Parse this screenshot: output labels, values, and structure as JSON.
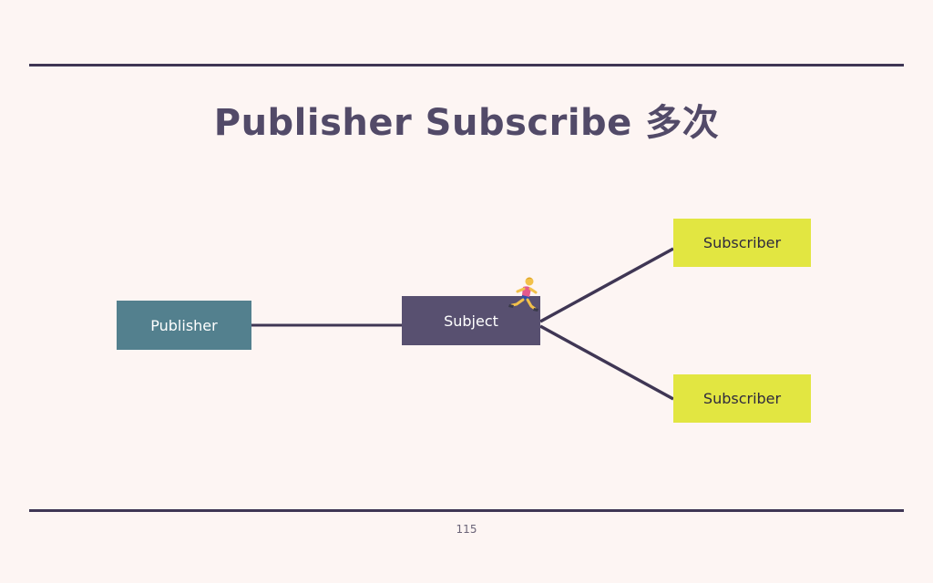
{
  "slide": {
    "title": "Publisher Subscribe 多次",
    "page_number": "115"
  },
  "diagram": {
    "nodes": {
      "publisher": "Publisher",
      "subject": "Subject",
      "subscriber_top": "Subscriber",
      "subscriber_bottom": "Subscriber"
    },
    "icon": "running-person-icon"
  },
  "colors": {
    "background": "#fdf5f3",
    "rule": "#3f3654",
    "title": "#524a68",
    "publisher": "#53808e",
    "subject": "#585070",
    "subscriber": "#e2e641",
    "connector": "#3f3654"
  }
}
